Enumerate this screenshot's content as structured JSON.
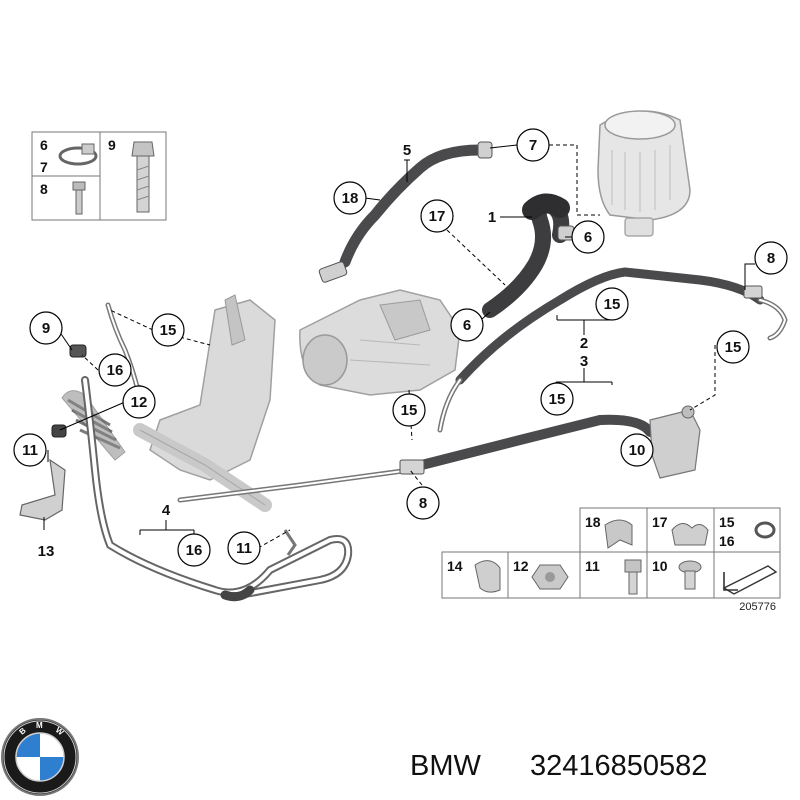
{
  "diagram_number": "205776",
  "brand": {
    "name": "BMW",
    "part_number": "32416850582",
    "logo_text": "BMW"
  },
  "callouts": {
    "c1": "1",
    "c2": "2",
    "c3": "3",
    "c4": "4",
    "c5": "5",
    "c6a": "6",
    "c6b": "6",
    "c7": "7",
    "c8a": "8",
    "c8b": "8",
    "c9": "9",
    "c10": "10",
    "c11a": "11",
    "c11b": "11",
    "c12": "12",
    "c13": "13",
    "c15a": "15",
    "c15b": "15",
    "c15c": "15",
    "c15d": "15",
    "c15e": "15",
    "c16a": "16",
    "c16b": "16",
    "c17": "17",
    "c18": "18"
  },
  "legend_top_left": {
    "a": "6",
    "b": "7",
    "c": "9",
    "d": "8"
  },
  "legend_bottom": {
    "row1": [
      "18",
      "17",
      "15",
      "16"
    ],
    "row2": [
      "14",
      "12",
      "11",
      "10"
    ]
  },
  "colors": {
    "hose": "#4a4a4c",
    "pipe_outline": "#555555",
    "part_fill": "#d9d9d9",
    "line": "#000000"
  }
}
